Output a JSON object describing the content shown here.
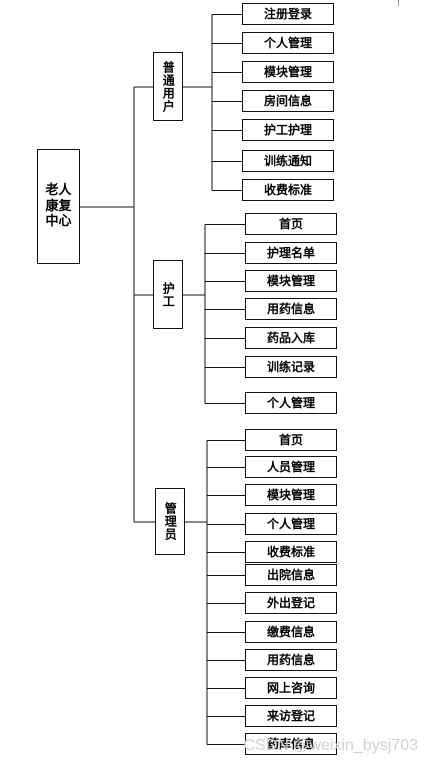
{
  "root": {
    "label": "老人\n康复\n中心"
  },
  "groups": [
    {
      "label": "普通用户",
      "items": [
        "注册登录",
        "个人管理",
        "模块管理",
        "房间信息",
        "护工护理",
        "训练通知",
        "收费标准"
      ]
    },
    {
      "label": "护工",
      "items": [
        "首页",
        "护理名单",
        "模块管理",
        "用药信息",
        "药品入库",
        "训练记录",
        "个人管理"
      ]
    },
    {
      "label": "管理员",
      "items": [
        "首页",
        "人员管理",
        "模块管理",
        "个人管理",
        "收费标准",
        "出院信息",
        "外出登记",
        "缴费信息",
        "用药信息",
        "网上咨询",
        "来访登记",
        "药库信息"
      ]
    }
  ],
  "watermark": "CSDN @weixin_bysj703"
}
